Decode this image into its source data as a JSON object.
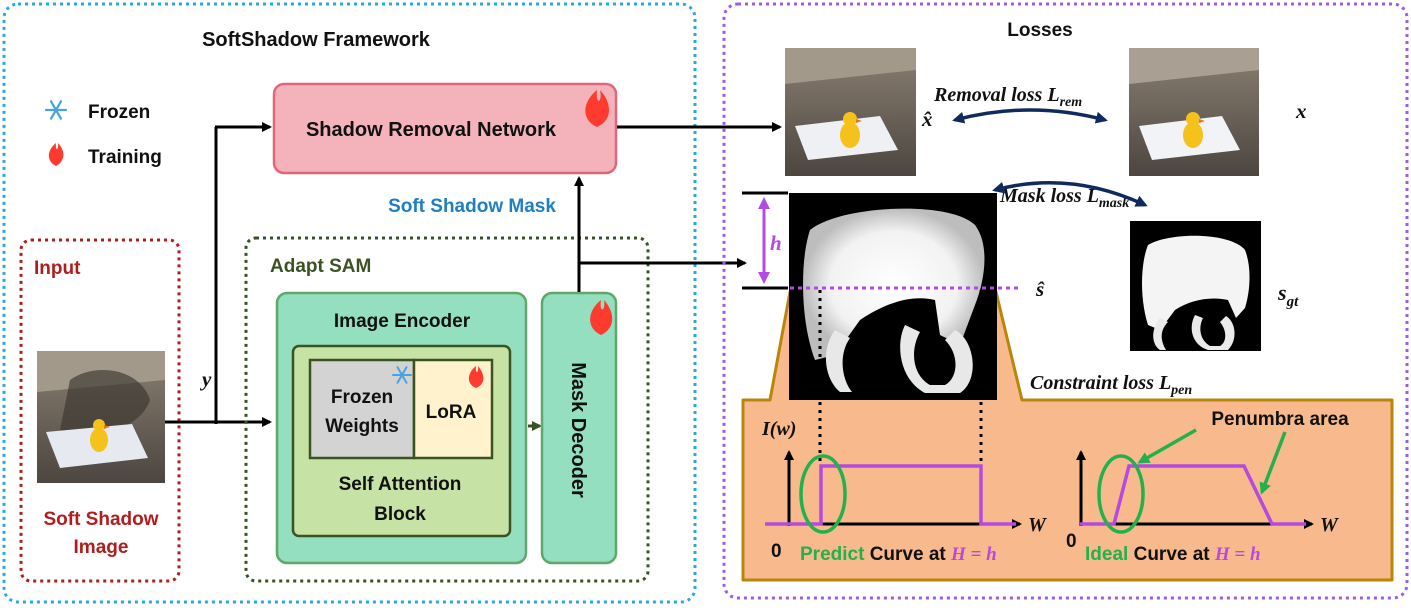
{
  "framework": {
    "title": "SoftShadow Framework",
    "legend": {
      "frozen": "Frozen",
      "training": "Training"
    },
    "shadow_removal_network": "Shadow Removal Network",
    "soft_shadow_mask": "Soft Shadow Mask",
    "input": {
      "title": "Input",
      "caption_line1": "Soft Shadow",
      "caption_line2": "Image"
    },
    "y_label": "y",
    "adapt_sam": {
      "title": "Adapt SAM",
      "image_encoder": "Image Encoder",
      "frozen_weights_line1": "Frozen",
      "frozen_weights_line2": "Weights",
      "lora": "LoRA",
      "self_attention_line1": "Self Attention",
      "self_attention_line2": "Block",
      "mask_decoder": "Mask Decoder"
    }
  },
  "losses": {
    "title": "Losses",
    "removal_loss": {
      "text": "Removal loss ",
      "symbol": "L",
      "sub": "rem"
    },
    "x_hat": "x̂",
    "x": "x",
    "mask_loss": {
      "text": "Mask loss ",
      "symbol": "L",
      "sub": "mask"
    },
    "s_hat": "ŝ",
    "s_gt": {
      "symbol": "s",
      "sub": "gt"
    },
    "h_label": "h",
    "constraint_loss": {
      "text": "Constraint loss ",
      "symbol": "L",
      "sub": "pen"
    },
    "y_axis_label": "I(w)",
    "x_axis_label": "W",
    "origin": "0",
    "penumbra_area": "Penumbra area",
    "predict_caption": {
      "colored": "Predict",
      "rest": " Curve at ",
      "math": "H = h"
    },
    "ideal_caption": {
      "colored": "Ideal",
      "rest": " Curve at ",
      "math": "H = h"
    }
  },
  "colors": {
    "frame_blue": "#29a8e0",
    "frame_purple": "#9b5de5",
    "input_red": "#b11d1d",
    "adapt_green": "#3b5323",
    "encoder_fill": "#93dfbf",
    "network_fill": "#f4b3bb",
    "network_stroke": "#e0677a",
    "constraint_fill": "#f8ba8c",
    "constraint_stroke": "#b8860b",
    "mask_blue": "#1f7fc2",
    "curve_purple": "#b44ae0",
    "ellipse_green": "#22b14c"
  }
}
